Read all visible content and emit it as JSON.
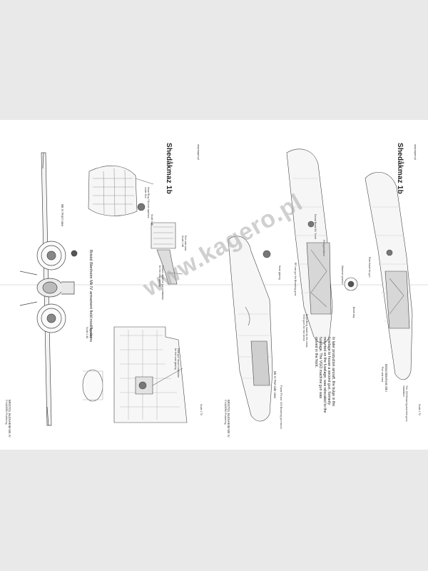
{
  "sheets": {
    "left": {
      "header": "Shedåkmaz 1b",
      "url": "www.kagero.pl",
      "footer_scale": "Scale 1:72",
      "corner_small": "© KAGERO Publishing",
      "corner_mid": "BRISTOL BLENHEIM MK IV",
      "title": "Bristol Blenheim Mk IV armament field modifications",
      "labels": {
        "front_view": "Mk IV Front view",
        "nose_gun": "Nose Ring / Gunner aperture\nunder Gun",
        "scale_a": "Scale 1:48",
        "port_side": "Port side view\nScale 1:48",
        "vickers": "Vickers machine gun installation\nfor the nose glazing",
        "top_view": "Top view",
        "top_scale": "Scale 1:48",
        "rear_gun": "Rear gun mount installation\nfor the nose glazing"
      }
    },
    "right": {
      "header": "Shedåkmaz 1b",
      "url": "www.kagero.pl",
      "footer_scale": "Scale 1:72",
      "corner_small": "© KAGERO Publishing",
      "corner_mid": "BRISTOL BLENHEIM MK IV",
      "labels": {
        "side_view": "Mk IV Port side view",
        "glazing": "Nose glazing",
        "front_turret": "Frame F3 and .303 Browning gun mount",
        "dorsal_turret": "Dorsal Bristol B.I Turret",
        "firing_pos": "Firing positions",
        "rear_frame": "Rear frame for gun",
        "observer": "Observer position",
        "rear_gun": "RF rear gun for Browning guns",
        "bomb_bay": "Bomb bay",
        "extra_gun": "Extra fitting made by the crews,\nVGO guns for rear sector",
        "note": "In later production aircraft, the bulge in the\nfuselage to house a second gun, formerly\nmounted on the fuselage, was relocated to the\nfuselage. The VGO machine gun was\nmoved in the front.",
        "mk1_title": "Bristol Blenheim Mk I",
        "mk1_view": "Port side view",
        "mk1_note": "The .303 Browning machine guns\ninstallation"
      }
    }
  },
  "watermark": "www.kagero.pl"
}
